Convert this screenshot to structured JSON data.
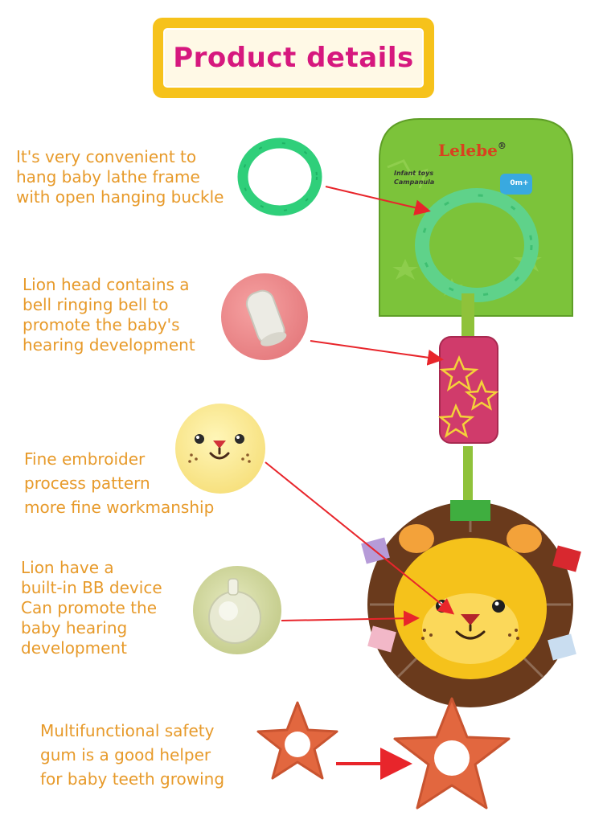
{
  "header": {
    "title": "Product details"
  },
  "package": {
    "brand": "Lelebe",
    "registered": "®",
    "line1": "Infant toys",
    "line2": "Campanula",
    "age_badge": "0m+"
  },
  "features": [
    {
      "lines": [
        "It's very convenient to",
        "hang baby lathe frame",
        "with open hanging buckle"
      ]
    },
    {
      "lines": [
        "Lion head contains a",
        "bell ringing bell to",
        "promote the baby's",
        "hearing development"
      ]
    },
    {
      "lines": [
        "Fine embroider",
        "process pattern",
        "more fine workmanship"
      ]
    },
    {
      "lines": [
        "Lion have a",
        "built-in BB device",
        "Can promote the",
        "baby hearing",
        "development"
      ]
    },
    {
      "lines": [
        "Multifunctional safety",
        "gum is a good helper",
        "for baby teeth growing"
      ]
    }
  ],
  "colors": {
    "text": "#e79a2a",
    "title": "#d6187e",
    "header_bg": "#f6c21b",
    "arrow": "#e8252b",
    "ring": "#5fd28a",
    "card": "#7cc33a",
    "teether": "#e2673f"
  }
}
